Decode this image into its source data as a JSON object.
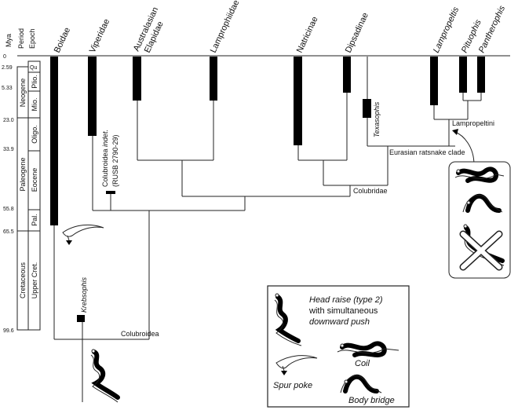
{
  "timescale_headers": {
    "mya": "Mya",
    "period": "Period",
    "epoch": "Epoch"
  },
  "ages": [
    "0",
    "2.59",
    "5.33",
    "23.0",
    "33.9",
    "55.8",
    "65.5",
    "99.6"
  ],
  "units": {
    "qu": "Qu",
    "neogene": "Neogene",
    "plio": "Plio.",
    "mio": "Mio.",
    "oligo": "Oligo.",
    "paleogene": "Paleogene",
    "eocene": "Eocene",
    "pal": "Pal.",
    "cretaceous": "Cretaceous",
    "upper_cret": "Upper Cret."
  },
  "taxa": {
    "boidae": "Boidae",
    "viperidae": "Viperidae",
    "australasian": "Australasian",
    "elapidae": "Elapidae",
    "lamprophiidae": "Lamprophiidae",
    "natricinae": "Natricinae",
    "dipsadinae": "Dipsadinae",
    "lampropeltis": "Lampropeltis",
    "pituophis": "Pituophis",
    "pantherophis": "Pantherophis"
  },
  "fossils": {
    "texasophis": "Texasophis",
    "krebsophis": "Krebsophis",
    "colubroidea_word": "Colubroidea ",
    "indet": "indet.",
    "rusb": "(RUSB 2790-29)"
  },
  "clades": {
    "lampropeltini": "Lampropeltini",
    "eurasian": "Eurasian ratsnake clade",
    "colubridae": "Colubridae",
    "colubroidea": "Colubroidea"
  },
  "legend": {
    "head_raise_line1": "Head raise (type 2)",
    "head_raise_line2": "with simultaneous",
    "head_raise_line3": "downward push",
    "coil": "Coil",
    "spur_poke": "Spur poke",
    "body_bridge": "Body bridge"
  },
  "icons": [
    "head-raise-icon",
    "coil-icon",
    "body-bridge-icon",
    "spur-poke-icon",
    "crossed-out-icon"
  ]
}
